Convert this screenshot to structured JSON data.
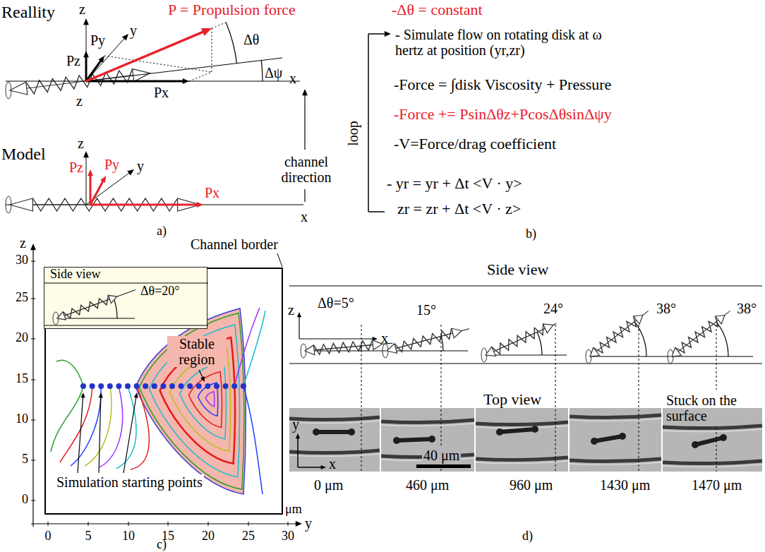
{
  "diagram": {
    "nodes": [
      {
        "text": [
          "Side view",
          "Δθ=20°"
        ]
      }
    ],
    "labels": [
      "Reallity",
      "z",
      "P = Propulsion force",
      "Δθ",
      "Pz",
      "Py",
      "y",
      "Δψ",
      "x",
      "z",
      "Px",
      "channel direction",
      "Model",
      "z",
      "Pz",
      "Py",
      "y",
      "Px",
      "x",
      "a)",
      "-Δθ = constant",
      "- Simulate flow on rotating disk at ω hertz at position (yr,zr)",
      "-Force = ∫disk Viscosity + Pressure",
      "-Force += PsinΔθz+PcosΔθsinΔψy",
      "-V=Force/drag coefficient",
      "loop",
      "- yr = yr + Δt <V · y>",
      "zr = zr + Δt <V · z>",
      "b)",
      "z",
      "30",
      "25",
      "20",
      "15",
      "10",
      "5",
      "0",
      "0",
      "5",
      "10",
      "15",
      "20",
      "25",
      "30",
      "μm",
      "y",
      "Channel border",
      "Stable region",
      "Simulation starting points",
      "c)",
      "Side view",
      "z",
      "Δθ=5°",
      "x",
      "15°",
      "24°",
      "38°",
      "38°",
      "Top view",
      "Stuck on the surface",
      "y",
      "x",
      "40 μm",
      "0 μm",
      "460 μm",
      "960 μm",
      "1430 μm",
      "1470 μm",
      "d)"
    ]
  }
}
